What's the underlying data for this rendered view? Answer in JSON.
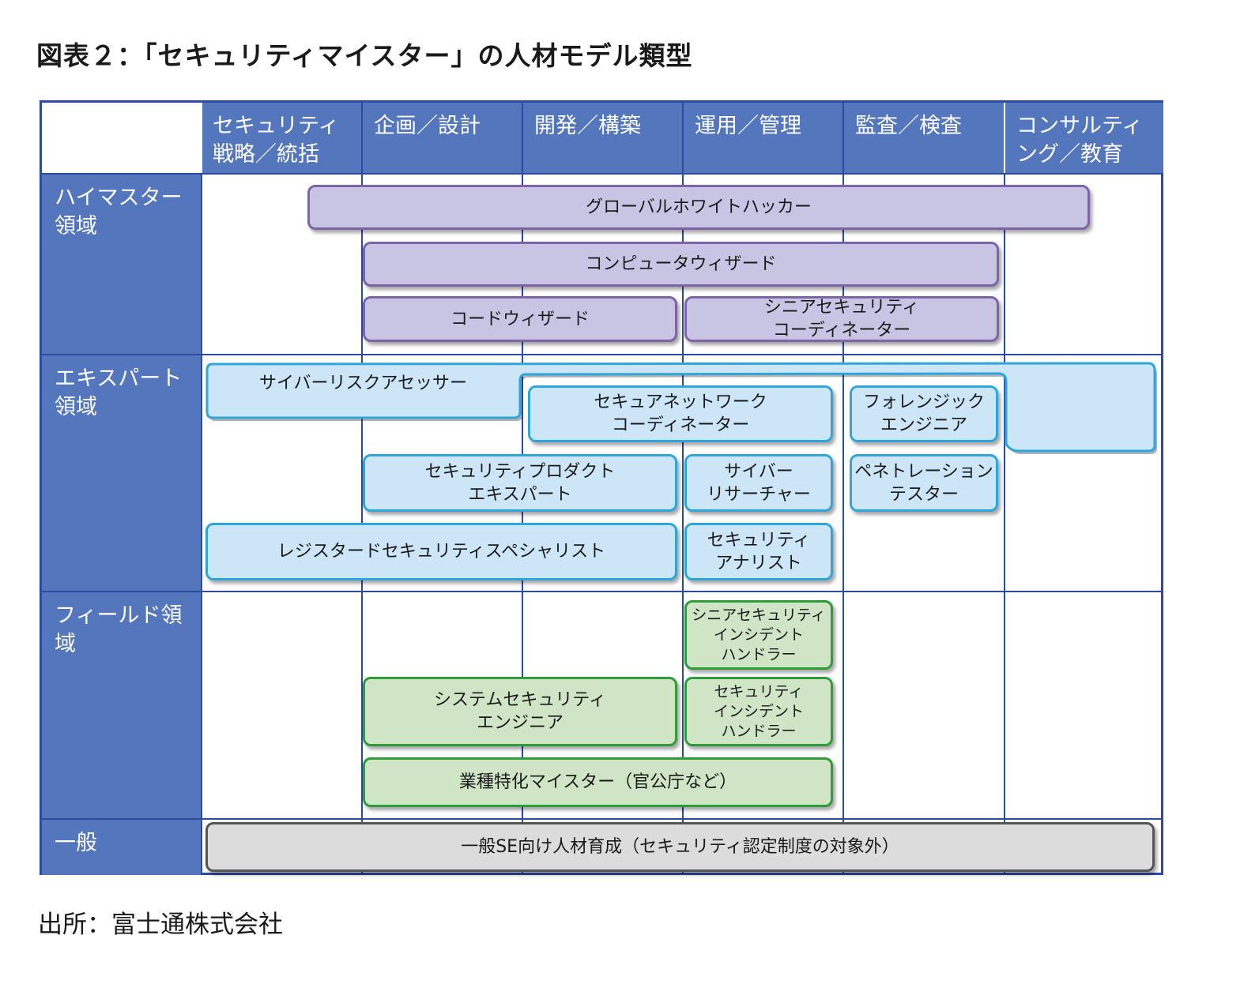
{
  "title": "図表２：「セキュリティマイスター」の人材モデル類型",
  "source": "出所：富士通株式会社",
  "columns": [
    "セキュリティ\n戦略／統括",
    "企画／設計",
    "開発／構築",
    "運用／管理",
    "監査／検査",
    "コンサルティ\nング／教育"
  ],
  "rows": [
    "ハイマスター\n領域",
    "エキスパート\n領域",
    "フィールド領\n域",
    "一般"
  ],
  "roles": {
    "global_white_hacker": "グローバルホワイトハッカー",
    "computer_wizard": "コンピュータウィザード",
    "code_wizard": "コードウィザード",
    "senior_security_coordinator": "シニアセキュリティ\nコーディネーター",
    "cyber_risk_assessor": "サイバーリスクアセッサー",
    "security_network_coordinator": "セキュアネットワーク\nコーディネーター",
    "forensic_engineer": "フォレンジック\nエンジニア",
    "security_product_expert": "セキュリティプロダクト\nエキスパート",
    "cyber_researcher": "サイバー\nリサーチャー",
    "penetration_tester": "ペネトレーション\nテスター",
    "registered_security_specialist": "レジスタードセキュリティスペシャリスト",
    "security_analyst": "セキュリティ\nアナリスト",
    "senior_incident_handler": "シニアセキュリティ\nインシデント\nハンドラー",
    "system_security_engineer": "システムセキュリティ\nエンジニア",
    "incident_handler": "セキュリティ\nインシデント\nハンドラー",
    "industry_meister": "業種特化マイスター（官公庁など）",
    "general_se": "一般SE向け人材育成（セキュリティ認定制度の対象外）"
  },
  "colors": {
    "header": "#5476bd",
    "grid_line": "#2b4aa3",
    "high_master_fill": "#c8c5e4",
    "high_master_border": "#7c64a7",
    "expert_fill": "#cce6f8",
    "expert_border": "#2fa6da",
    "field_fill": "#cfe5c6",
    "field_border": "#2f9c3a",
    "general_fill": "#dcdcdc",
    "general_border": "#555555"
  }
}
